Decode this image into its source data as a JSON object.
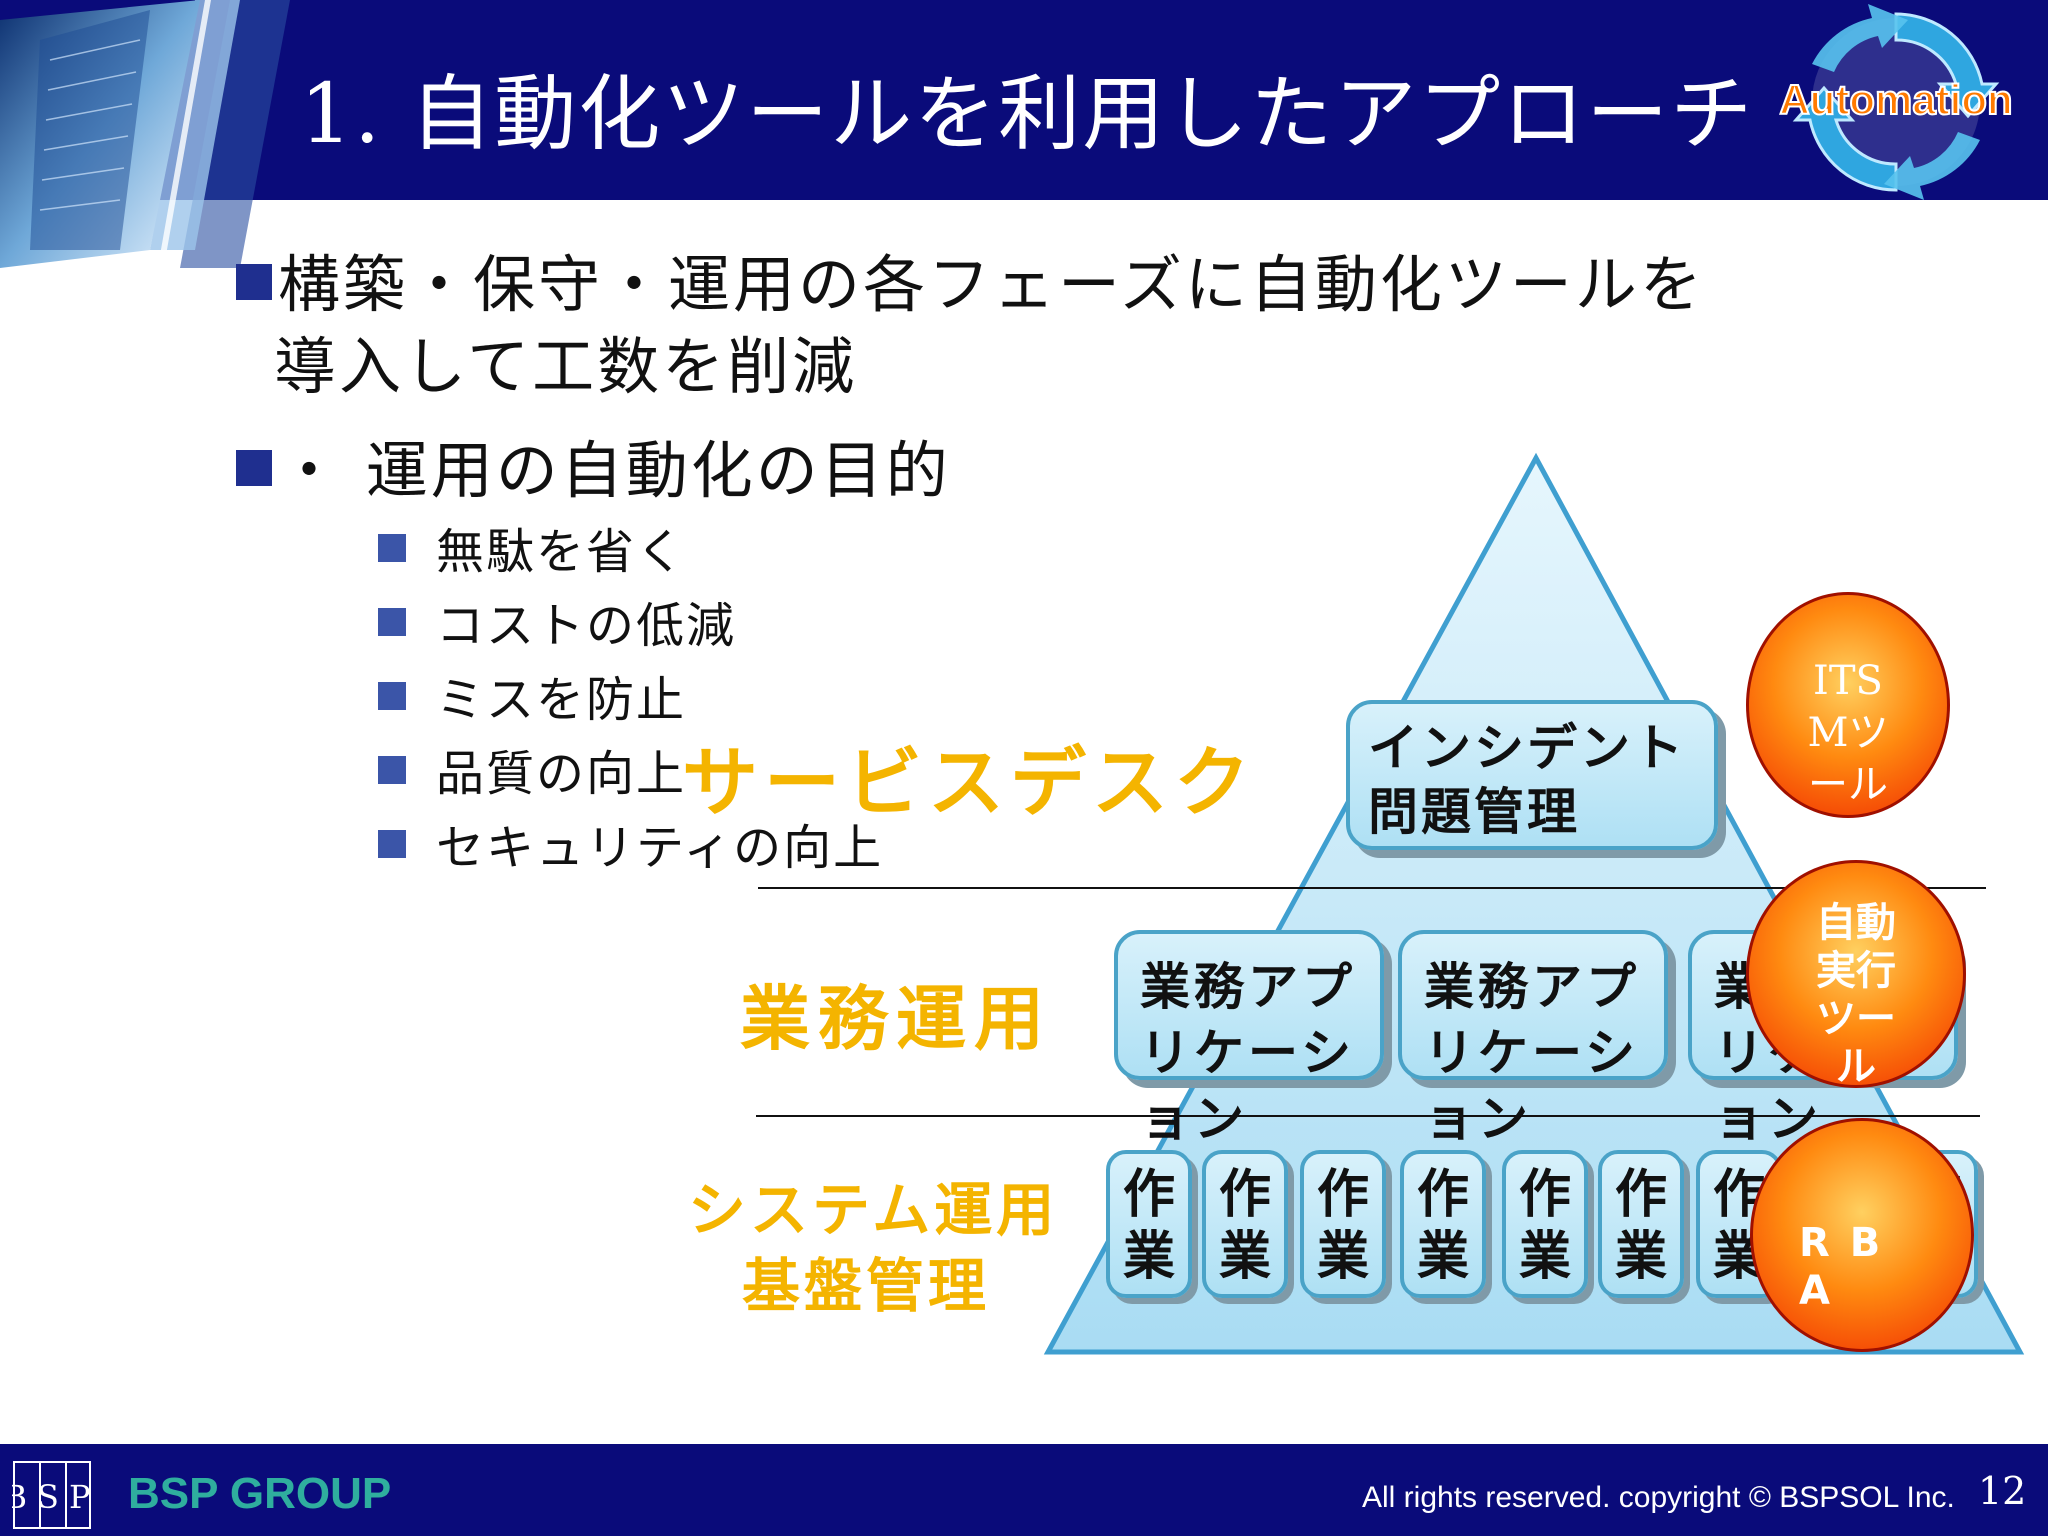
{
  "header": {
    "title": "1. 自動化ツールを利用したアプローチ",
    "logo_text": "Automation"
  },
  "bullets": {
    "item1_line1": "構築・保守・運用の各フェーズに自動化ツールを",
    "item1_line2": "導入して工数を削減",
    "item2": "・ 運用の自動化の目的",
    "sub_items": [
      "無駄を省く",
      "コストの低減",
      "ミスを防止",
      "品質の向上",
      "セキュリティの向上"
    ]
  },
  "diagram": {
    "layers": {
      "service_desk": "サービスデスク",
      "business_ops": "業務運用",
      "system_ops_line1": "システム運用",
      "system_ops_line2": "基盤管理"
    },
    "top_box": "インシデント問題管理",
    "app_box": "業務アプリケーション",
    "work_box": "作業",
    "tools": {
      "itsm": "ITSMツール",
      "auto_exec": "自動実行ツール",
      "rba": "RBA"
    }
  },
  "footer": {
    "brand": "BSP GROUP",
    "logo_text": "BSP",
    "copyright": "All rights reserved. copyright © BSPSOL Inc.",
    "page_number": "12"
  },
  "colors": {
    "header_bg": "#0a0b7a",
    "layer_label": "#f4b400",
    "box_border": "#4aa3c8",
    "triangle_fill": "#bfe6f7"
  }
}
